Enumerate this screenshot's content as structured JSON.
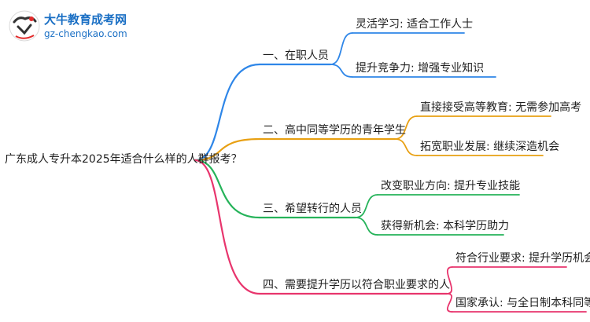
{
  "logo": {
    "name": "大牛教育成考网",
    "url": "gz-chengkao.com"
  },
  "root": {
    "label": "广东成人专升本2025年适合什么样的人群报考？"
  },
  "branches": [
    {
      "label": "一、在职人员",
      "color": "#2e86e8",
      "children": [
        "灵活学习: 适合工作人士",
        "提升竞争力: 增强专业知识"
      ]
    },
    {
      "label": "二、高中同等学历的青年学生",
      "color": "#e8a013",
      "children": [
        "直接接受高等教育: 无需参加高考",
        "拓宽职业发展: 继续深造机会"
      ]
    },
    {
      "label": "三、希望转行的人员",
      "color": "#26b35a",
      "children": [
        "改变职业方向: 提升专业技能",
        "获得新机会: 本科学历助力"
      ]
    },
    {
      "label": "四、需要提升学历以符合职业要求的人",
      "color": "#e8356d",
      "children": [
        "符合行业要求: 提升学历机会",
        "国家承认: 与全日制本科同等效力"
      ]
    }
  ]
}
